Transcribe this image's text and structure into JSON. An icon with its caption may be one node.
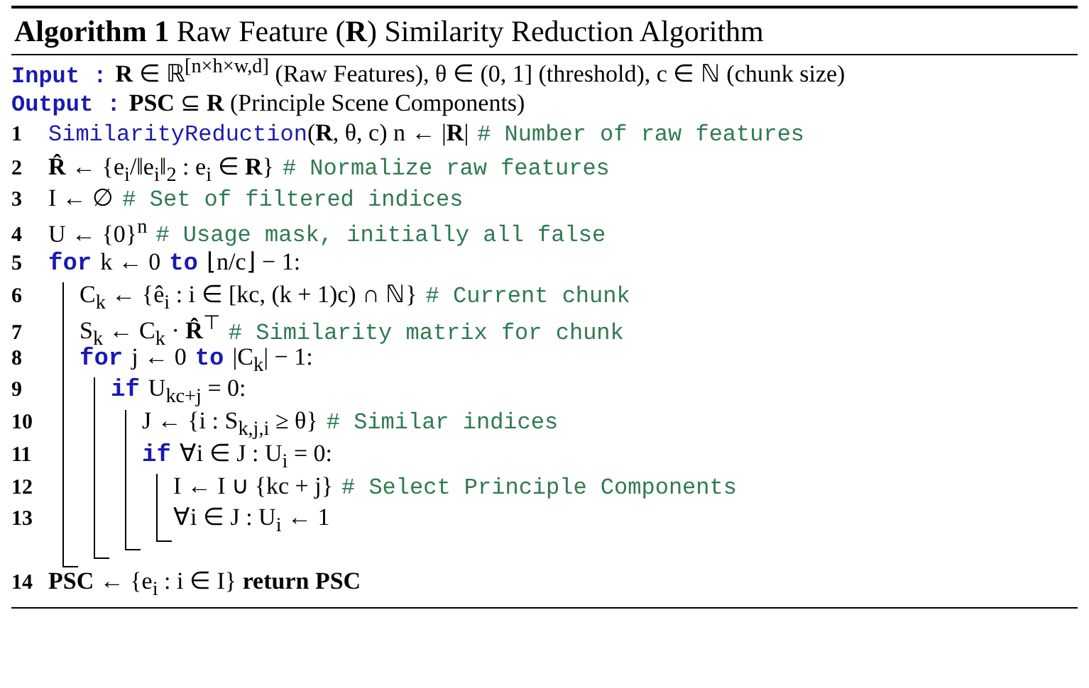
{
  "diagram": {
    "title": "**Algorithm 1** Raw Feature (**R**) Similarity Reduction Algorithm",
    "labels": [
      "Input :",
      "**R** ∈ ℝ$^{[n×h×w,d]}$ (Raw Features), θ ∈ (0, 1] (threshold), c ∈ ℕ (chunk size)",
      "Output :",
      "**PSC** ⊆ **R** (Principle Scene Components)",
      "1",
      "SimilarityReduction",
      "(**R**, θ, c) n ← |**R**|",
      "# Number of raw features",
      "2",
      "**R̂** ← {e$_{i}$/‖e$_{i}$‖$_{2}$ : e$_{i}$ ∈ **R**}",
      "# Normalize raw features",
      "3",
      "I ← ∅",
      "# Set of filtered indices",
      "4",
      "U ← {0}$^{n}$",
      "# Usage mask, initially all false",
      "5",
      "for",
      "k ← 0",
      "to",
      "⌊n/c⌋ − 1:",
      "6",
      "C$_{k}$ ← {ê$_{i}$ : i ∈ [kc, (k + 1)c) ∩ ℕ}",
      "# Current chunk",
      "7",
      "S$_{k}$ ← C$_{k}$ · **R̂**$^{⊤}$",
      "# Similarity matrix for chunk",
      "8",
      "for",
      "j ← 0",
      "to",
      "|C$_{k}$| − 1:",
      "9",
      "if",
      "U$_{kc+j}$ = 0:",
      "10",
      "J ← {i : S$_{k,j,i}$ ≥ θ}",
      "# Similar indices",
      "11",
      "if",
      "∀i ∈ J : U$_{i}$ = 0:",
      "12",
      "I ← I ∪ {kc + j}",
      "# Select Principle Components",
      "13",
      "∀i ∈ J : U$_{i}$ ← 1",
      "14",
      "**PSC** ← {e$_{i}$ : i ∈ I} **return PSC**"
    ]
  }
}
